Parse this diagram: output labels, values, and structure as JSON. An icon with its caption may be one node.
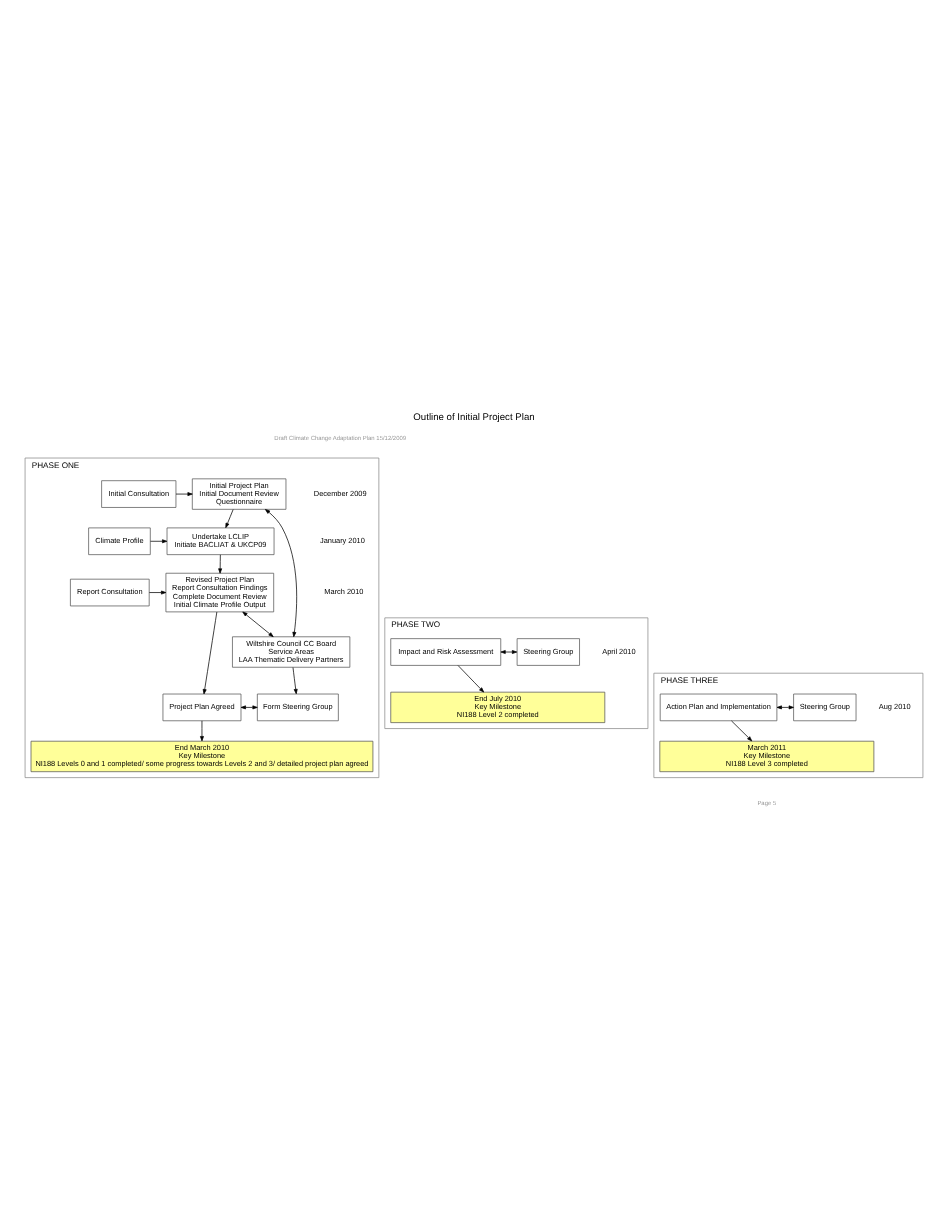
{
  "diagram": {
    "title": "Outline of Initial Project Plan",
    "nodes": [
      {
        "text": [
          "PHASE ONE"
        ]
      },
      {
        "text": [
          "Initial Consultation"
        ],
        "in": 0
      },
      {
        "text": [
          "Initial Project Plan",
          "Initial Document Review",
          "Questionnaire"
        ],
        "in": 0
      },
      {
        "text": [
          "Wiltshire Council CC Board",
          "Service Areas",
          "LAA Thematic Delivery Partners"
        ],
        "in": 0
      },
      {
        "text": [
          "Climate Profile"
        ],
        "in": 0
      },
      {
        "text": [
          "Undertake LCLIP",
          "Initiate BACLIAT & UKCP09"
        ],
        "in": 0
      },
      {
        "text": [
          "Report Consultation"
        ],
        "in": 0
      },
      {
        "text": [
          "Revised Project Plan",
          "Report Consultation Findings",
          "Complete Document Review",
          "Initial Climate Profile Output"
        ],
        "in": 0
      },
      {
        "text": [
          "Project Plan Agreed"
        ],
        "in": 0
      },
      {
        "text": [
          "Form Steering Group"
        ],
        "in": 0
      },
      {
        "text": [
          "End March 2010",
          "Key Milestone",
          "NI188 Levels 0 and 1 completed/ some progress towards Levels 2 and 3/ detailed project plan agreed"
        ],
        "in": 0
      },
      {
        "text": [
          "PHASE TWO"
        ]
      },
      {
        "text": [
          "Impact and Risk Assessment"
        ],
        "in": 11
      },
      {
        "text": [
          "Steering Group"
        ],
        "in": 11
      },
      {
        "text": [
          "End July 2010",
          "Key Milestone",
          "NI188 Level 2 completed"
        ],
        "in": 11
      },
      {
        "text": [
          "PHASE THREE"
        ]
      },
      {
        "text": [
          "Action Plan and Implementation"
        ],
        "in": 15
      },
      {
        "text": [
          "Steering Group"
        ],
        "in": 15
      },
      {
        "text": [
          "March 2011",
          "Key Milestone",
          "NI188 Level 3 completed"
        ],
        "in": 15
      }
    ],
    "edges": [
      {
        "from": 1,
        "to": 2,
        "arrow": "to"
      },
      {
        "from": 2,
        "to": 3,
        "arrow": "both"
      },
      {
        "from": 2,
        "to": 5,
        "arrow": "to"
      },
      {
        "from": 4,
        "to": 5,
        "arrow": "to"
      },
      {
        "from": 5,
        "to": 7,
        "arrow": "to"
      },
      {
        "from": 6,
        "to": 7,
        "arrow": "to"
      },
      {
        "from": 7,
        "to": 3,
        "arrow": "both"
      },
      {
        "from": 7,
        "to": 8,
        "arrow": "to"
      },
      {
        "from": 3,
        "to": 9,
        "arrow": "to"
      },
      {
        "from": 8,
        "to": 9,
        "arrow": "both"
      },
      {
        "from": 8,
        "to": 10,
        "arrow": "to"
      },
      {
        "from": 12,
        "to": 13,
        "arrow": "both"
      },
      {
        "from": 12,
        "to": 14,
        "arrow": "to"
      },
      {
        "from": 16,
        "to": 17,
        "arrow": "both"
      },
      {
        "from": 16,
        "to": 18,
        "arrow": "to"
      }
    ],
    "labels": [
      "Draft Climate Change Adaptation Plan 15/12/2009",
      "December 2009",
      "January 2010",
      "March 2010",
      "April 2010",
      "Aug 2010",
      "Page 5"
    ]
  }
}
